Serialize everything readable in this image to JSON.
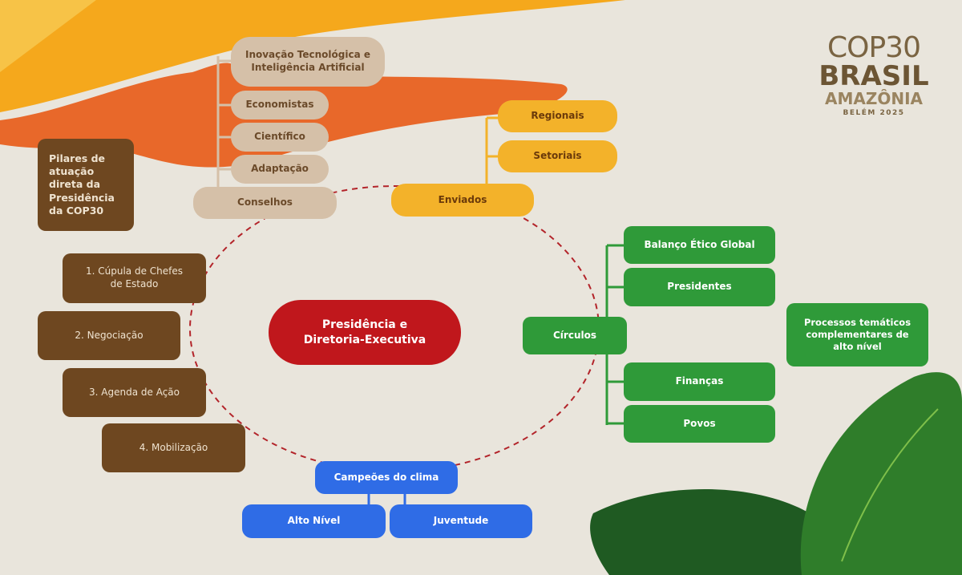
{
  "logo": {
    "line1": "COP30",
    "line2": "BRASIL",
    "line3": "AMAZÔNIA",
    "line4": "BELÉM 2025"
  },
  "title_box": "Pilares de atuação direta da Presidência da COP30",
  "center": "Presidência e Diretoria-Executiva",
  "conselhos": {
    "label": "Conselhos",
    "children": [
      "Inovação Tecnológica e Inteligência Artificial",
      "Economistas",
      "Científico",
      "Adaptação"
    ]
  },
  "enviados": {
    "label": "Enviados",
    "children": [
      "Regionais",
      "Setoriais"
    ]
  },
  "pillars": [
    "1. Cúpula de Chefes de Estado",
    "2. Negociação",
    "3. Agenda de Ação",
    "4. Mobilização"
  ],
  "circulos": {
    "label": "Círculos",
    "children": [
      "Balanço Ético Global",
      "Presidentes",
      "Finanças",
      "Povos"
    ]
  },
  "processos": "Processos temáticos complementares de alto nível",
  "campeoes": {
    "label": "Campeões do clima",
    "children": [
      "Alto Nível",
      "Juventude"
    ]
  },
  "colors": {
    "beige": "#d5c0a8",
    "yellow": "#f3b22a",
    "brown": "#6e4720",
    "green": "#2f9a39",
    "blue": "#2f6ce6",
    "red": "#c0171c"
  }
}
